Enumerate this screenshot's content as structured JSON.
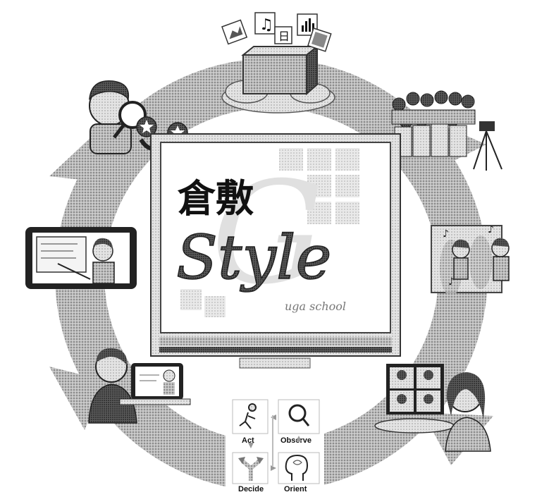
{
  "logo": {
    "kanji": "倉敷",
    "style_word": "Style",
    "subtitle": "uga school"
  },
  "ooda": {
    "act": "Act",
    "observe": "Observe",
    "decide": "Decide",
    "orient": "Orient"
  },
  "colors": {
    "ring": "#9a9a9a",
    "ink": "#111111",
    "paper": "#ffffff"
  },
  "icons": [
    "music-note-icon",
    "calendar-icon",
    "bar-chart-icon",
    "magnifier-icon",
    "head-icon",
    "runner-icon",
    "split-arrow-icon",
    "star-icon"
  ]
}
